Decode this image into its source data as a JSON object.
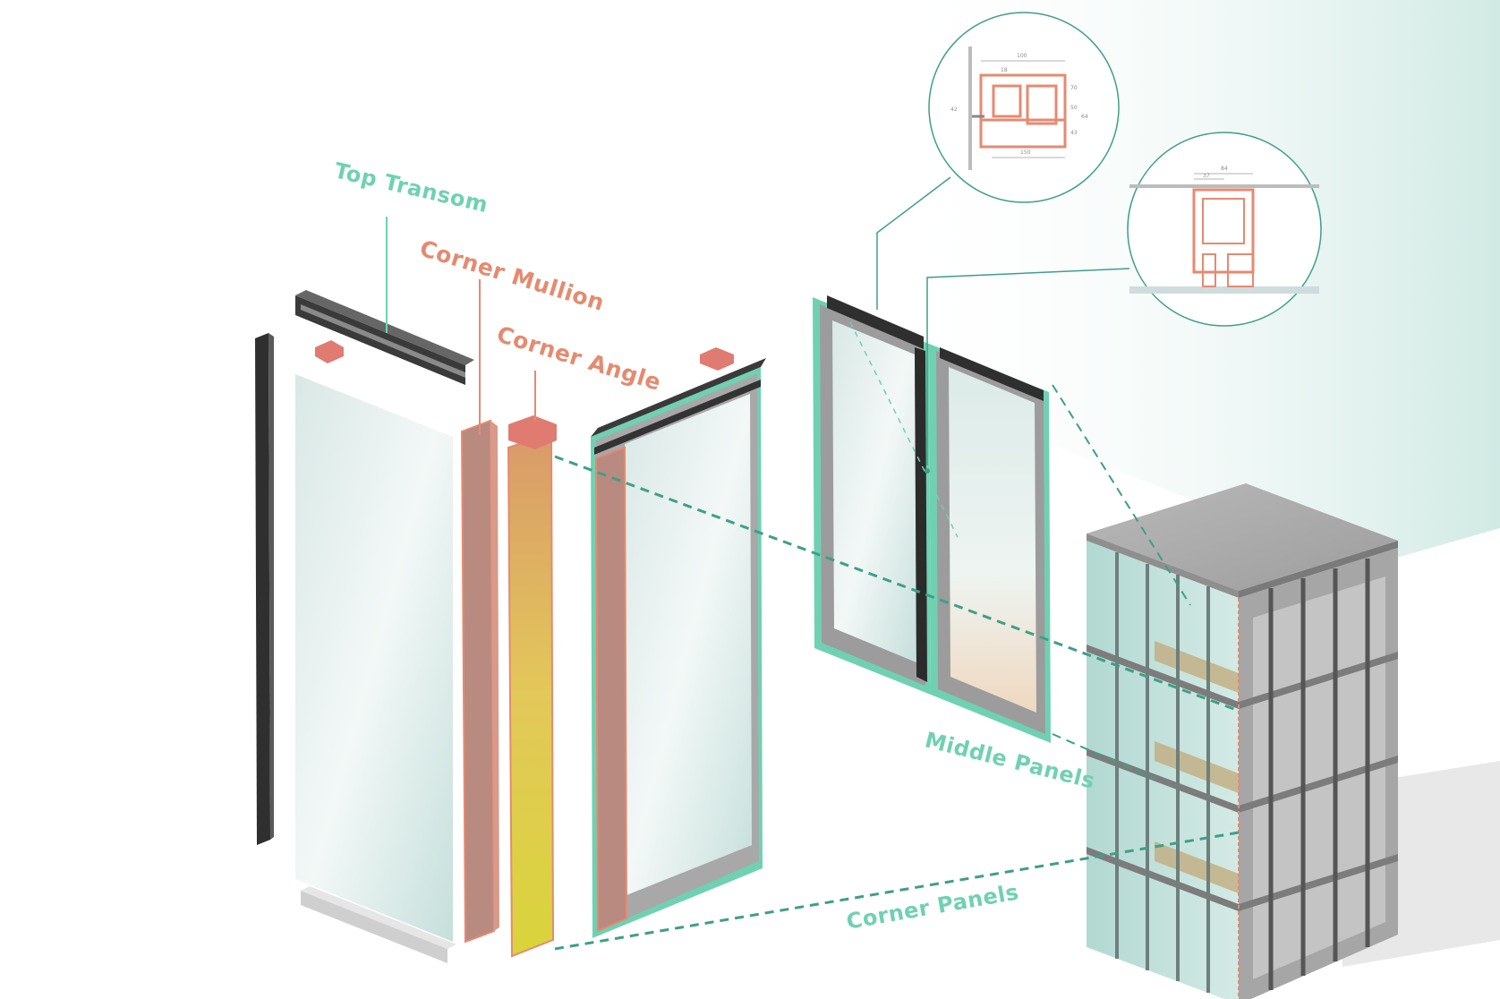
{
  "diagram": {
    "labels": {
      "top_transom": "Top Transom",
      "corner_mullion": "Corner Mullion",
      "corner_angle": "Corner Angle",
      "middle_panels": "Middle Panels",
      "corner_panels": "Corner Panels"
    },
    "colors": {
      "green": "#6fd1b2",
      "salmon": "#e58a70",
      "dark_frame": "#3b3b3b",
      "glass": "#cfe3df",
      "background_tint": "#dbeee9"
    },
    "detail_a_dims": [
      "100",
      "18",
      "70",
      "50",
      "42",
      "64",
      "43",
      "150"
    ],
    "detail_b_dims": [
      "84",
      "37"
    ]
  }
}
